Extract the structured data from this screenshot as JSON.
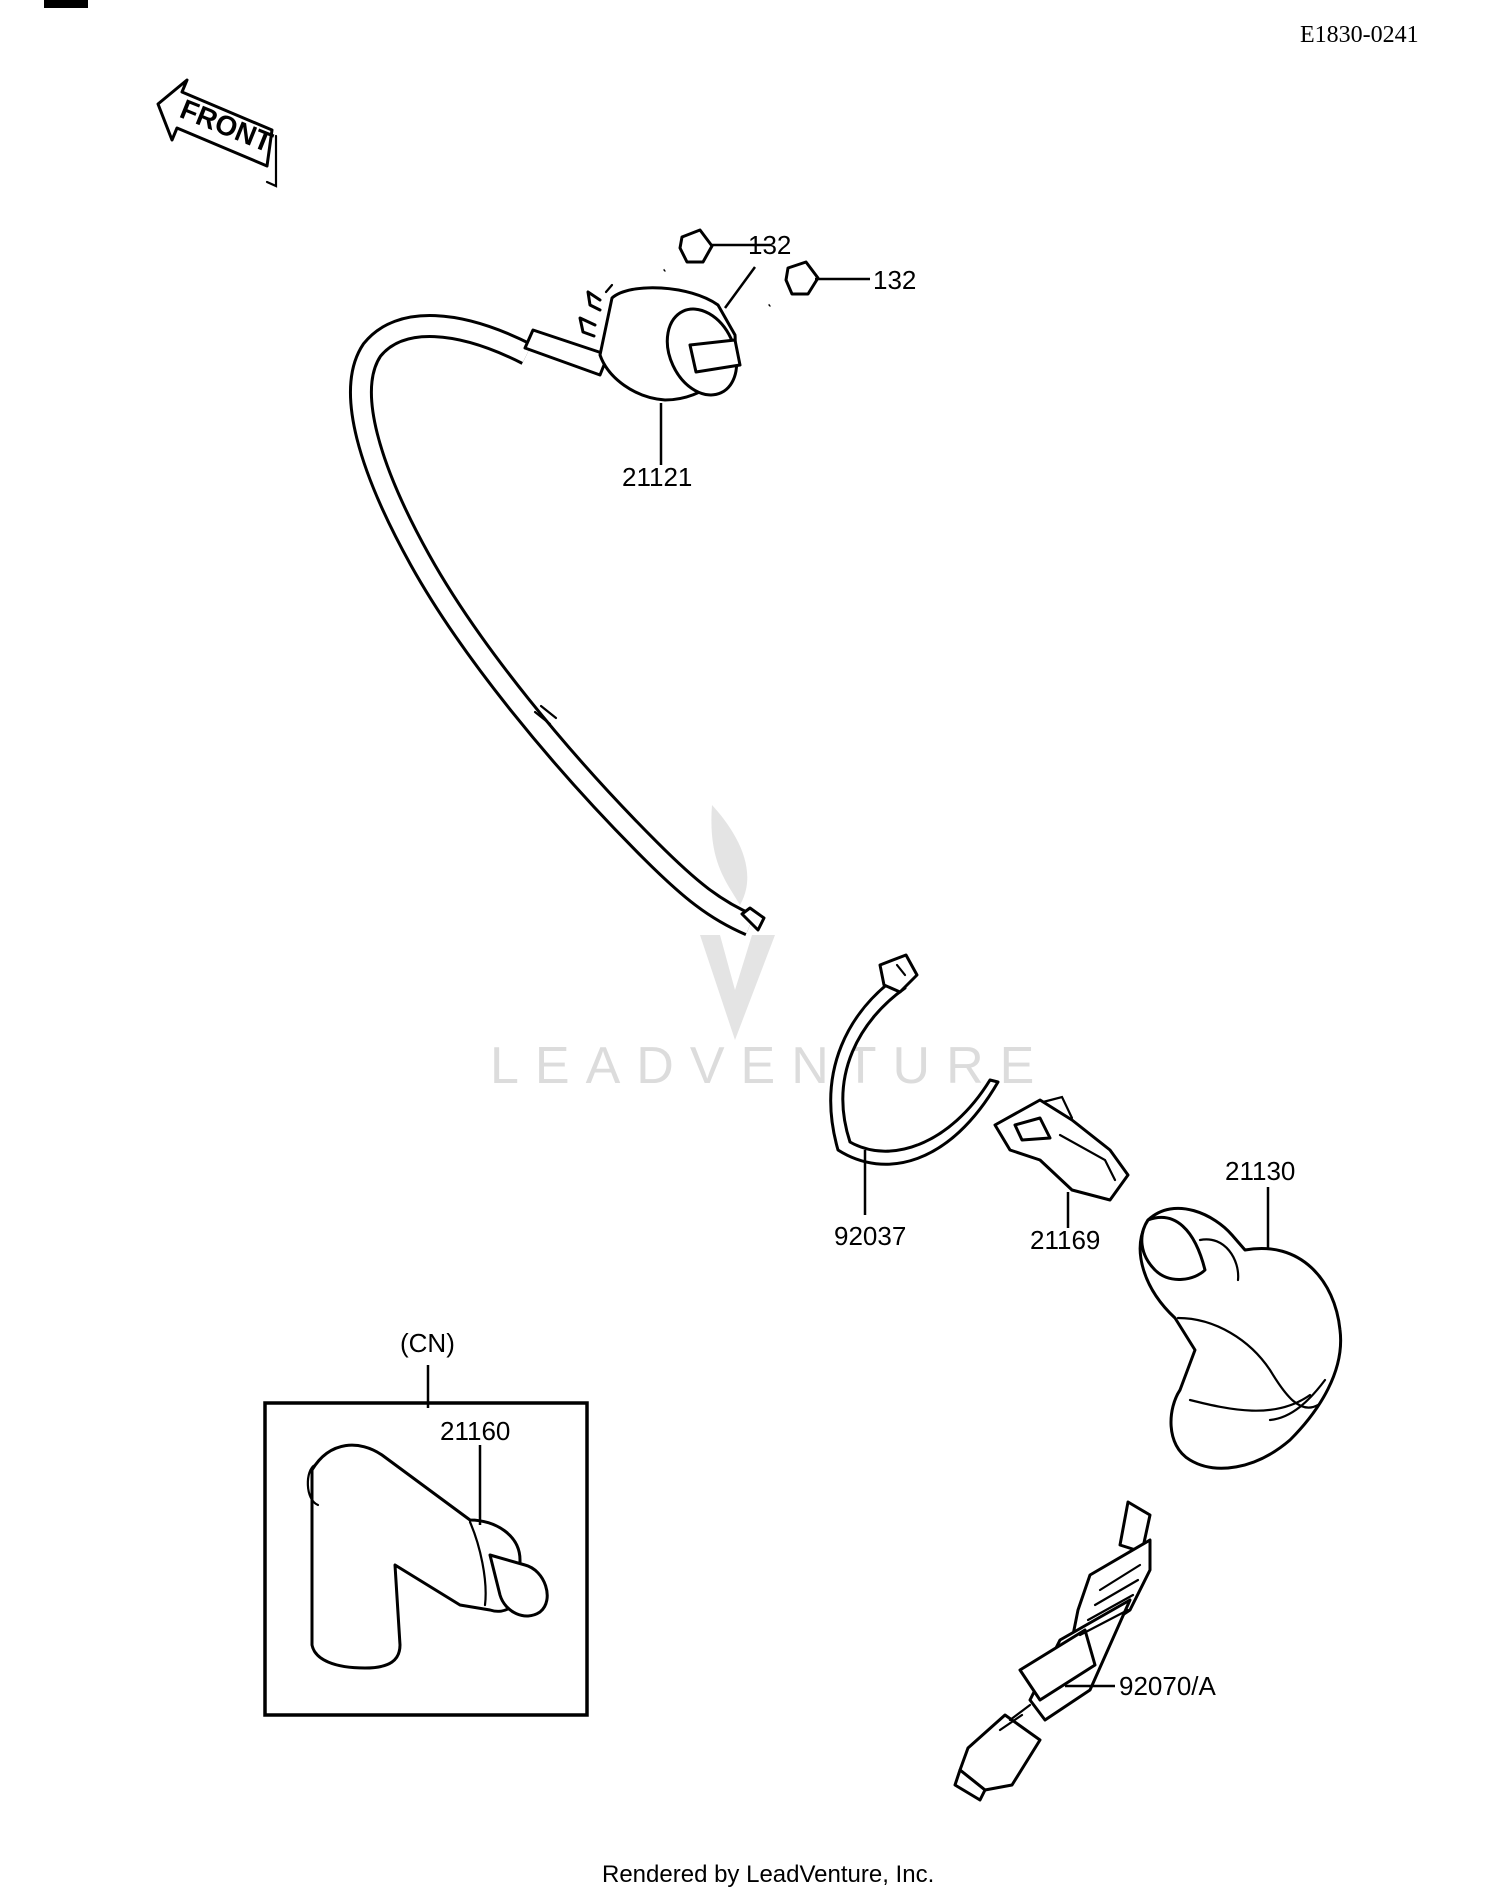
{
  "diagram_id": "E1830-0241",
  "front_label": "FRONT",
  "parts": {
    "bolt_1": "132",
    "bolt_2": "132",
    "ignition_coil": "21121",
    "band": "92037",
    "clamp": "21169",
    "plug_cap": "21130",
    "spark_plug": "92070/A",
    "inset_label": "(CN)",
    "inset_cap": "21160"
  },
  "watermark": "LEADVENTURE",
  "footer": "Rendered by LeadVenture, Inc.",
  "colors": {
    "line": "#000000",
    "watermark": "#dcdcdc",
    "background": "#ffffff"
  }
}
